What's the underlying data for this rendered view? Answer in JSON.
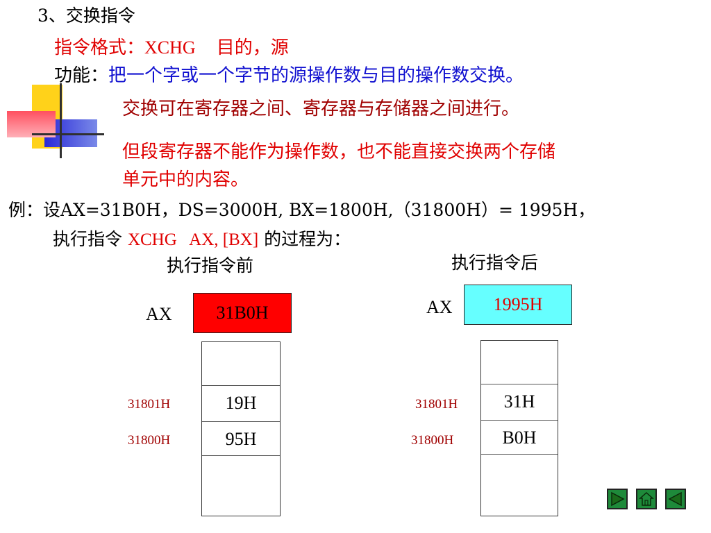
{
  "heading": "3、交换指令",
  "format_label": "指令格式：",
  "format_mnemonic": "XCHG",
  "format_operands": "目的，源",
  "function_label": "功能：",
  "function_text": "把一个字或一个字节的源操作数与目的操作数交换。",
  "note1": "交换可在寄存器之间、寄存器与存储器之间进行。",
  "note2_line1": "但段寄存器不能作为操作数，也不能直接交换两个存储",
  "note2_line2": "单元中的内容。",
  "example_line1": "例：设AX=31B0H，DS=3000H, BX=1800H,（31800H）= 1995H，",
  "example_prefix": "执行指令 ",
  "example_instruction": "XCHG   AX, [BX]",
  "example_suffix": " 的过程为：",
  "before": {
    "title": "执行指令前",
    "reg_label": "AX",
    "reg_value": "31B0H",
    "reg_color": "#ff0000",
    "cells": [
      {
        "addr": "31801H",
        "value": "19H"
      },
      {
        "addr": "31800H",
        "value": "95H"
      }
    ]
  },
  "after": {
    "title": "执行指令后",
    "reg_label": "AX",
    "reg_value": "1995H",
    "reg_color": "#66ffff",
    "cells": [
      {
        "addr": "31801H",
        "value": "31H"
      },
      {
        "addr": "31800H",
        "value": "B0H"
      }
    ]
  },
  "nav": [
    "next-icon",
    "home-icon",
    "previous-icon"
  ]
}
